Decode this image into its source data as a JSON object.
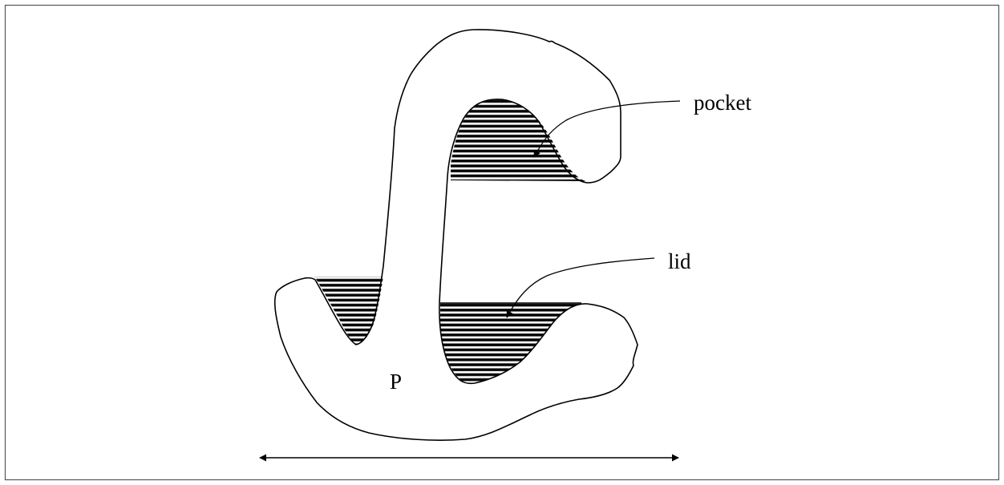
{
  "labels": {
    "pocket": "pocket",
    "lid": "lid",
    "region": "P"
  },
  "colors": {
    "ink": "#000000",
    "background": "#ffffff",
    "frame": "#555555"
  },
  "hatch_style": "horizontal-stripes"
}
